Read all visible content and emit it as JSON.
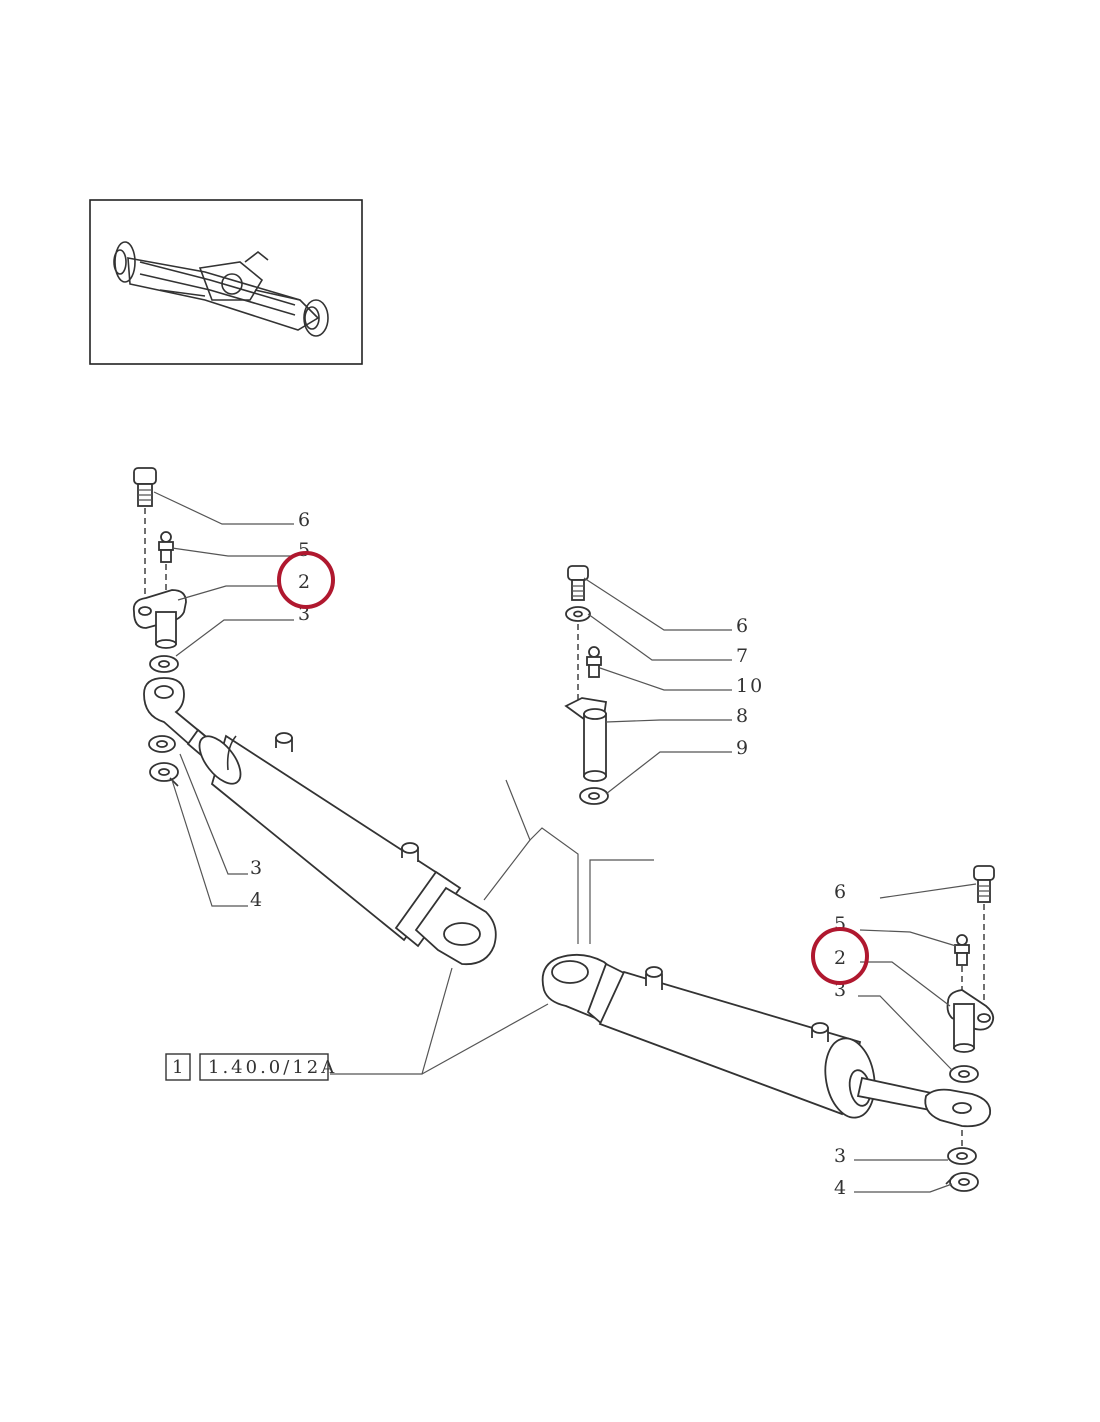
{
  "reference": {
    "index": "1",
    "code": "1.40.0/12A"
  },
  "callouts": {
    "left_top": [
      "6",
      "5",
      "2",
      "3"
    ],
    "left_bottom": [
      "3",
      "4"
    ],
    "center": [
      "6",
      "7",
      "10",
      "8",
      "9"
    ],
    "right_top": [
      "6",
      "5",
      "2",
      "3"
    ],
    "right_bottom": [
      "3",
      "4"
    ]
  },
  "highlight": {
    "label": "2",
    "color": "#b0182f"
  }
}
